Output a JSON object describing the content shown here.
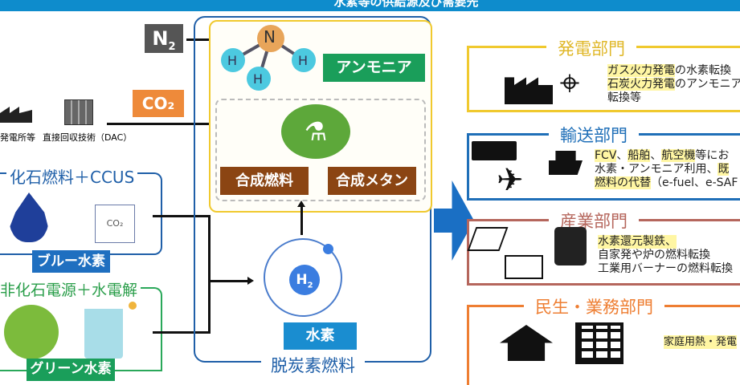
{
  "header": {
    "title": "水素等の供給源及び需要先"
  },
  "inputs": {
    "n2": "N",
    "n2_sub": "2",
    "co2": "CO₂",
    "power_plant": "発電所等",
    "dac": "直接回収技術（DAC）"
  },
  "sources": {
    "fossil": {
      "title": "化石燃料＋CCUS",
      "badge": "ブルー水素",
      "ccus_icon_text": "CO₂"
    },
    "renewable": {
      "title": "非化石電源＋水電解",
      "badge": "グリーン水素"
    }
  },
  "center": {
    "ammonia": "アンモニア",
    "synthetic_fuel": "合成燃料",
    "synthetic_methane": "合成メタン",
    "hydrogen": "水素",
    "h2": "H",
    "h2_sub": "2",
    "frame_label": "脱炭素燃料",
    "atom_n": "N",
    "atom_h": "H"
  },
  "sectors": [
    {
      "title": "発電部門",
      "color": "#f0c92e",
      "lines": [
        [
          "ガス火力発電",
          "の水素転換"
        ],
        [
          "石炭火力発電",
          "のアンモニア"
        ],
        [
          "",
          "転換等"
        ]
      ]
    },
    {
      "title": "輸送部門",
      "color": "#1f6fb8",
      "lines": [
        [
          "FCV",
          "、"
        ],
        [
          "船舶",
          "、"
        ],
        [
          "航空機",
          "等にお"
        ]
      ],
      "line2": "水素・アンモニア利用、",
      "line2_hl": "既",
      "line3_hl": "燃料の代替",
      "line3": "（e-fuel、e-SAF"
    },
    {
      "title": "産業部門",
      "color": "#b5665c",
      "lines": [
        "水素還元製鉄、",
        "自家発や炉の燃料転換",
        "工業用バーナーの燃料転換"
      ]
    },
    {
      "title": "民生・業務部門",
      "color": "#ee7e32",
      "lines": [
        "家庭用熱・発電"
      ]
    }
  ],
  "colors": {
    "blue": "#1f5fa8",
    "green": "#1a9e5a",
    "brown": "#8b4513",
    "orange": "#ee8a3a",
    "dark": "#555555",
    "accent": "#0e8ccc"
  }
}
